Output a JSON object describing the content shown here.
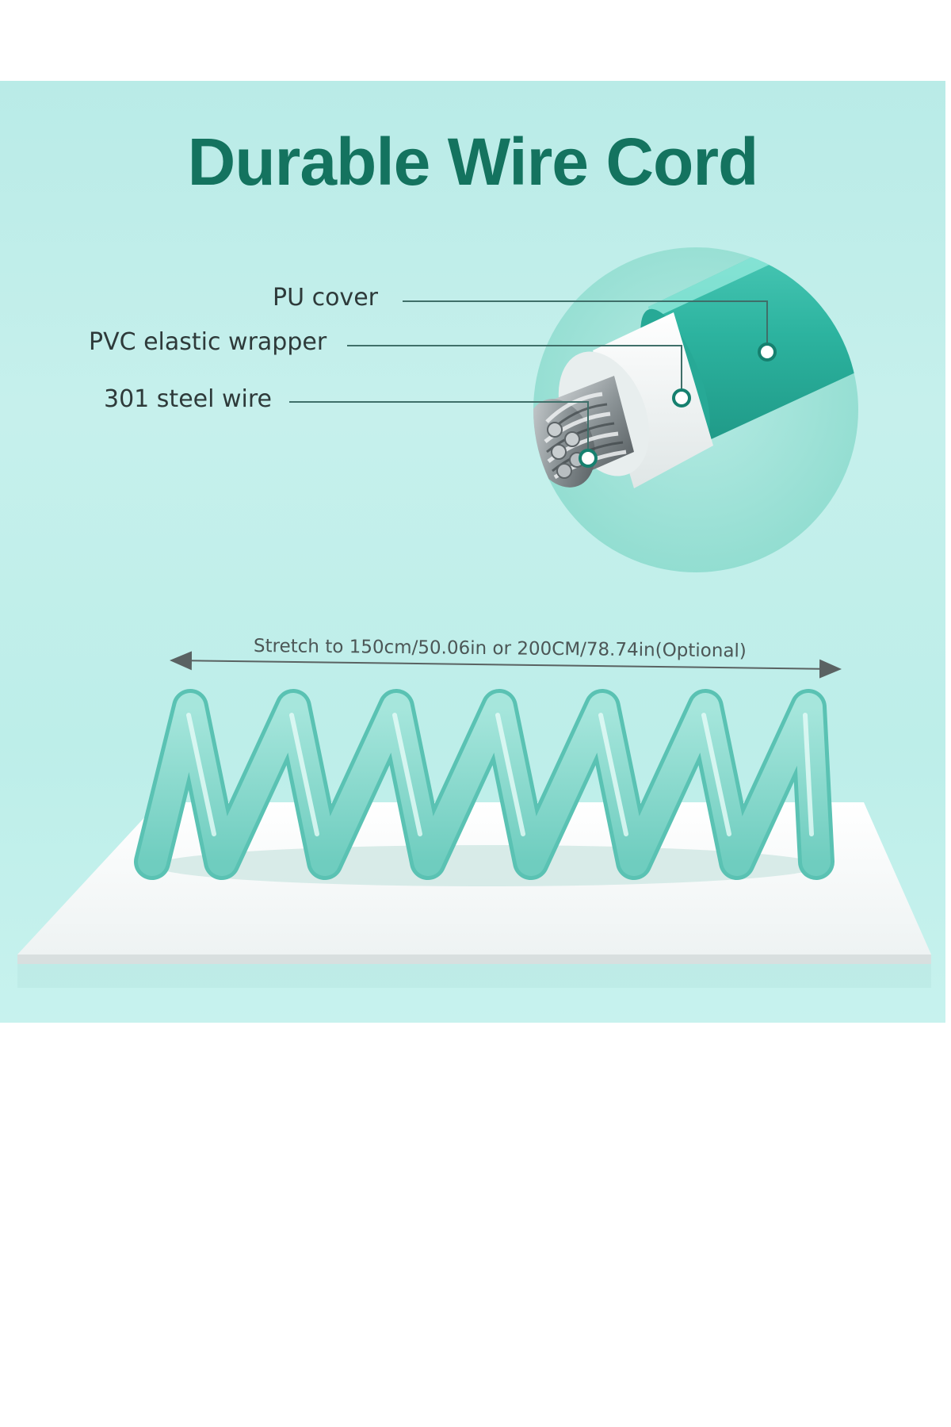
{
  "title": "Durable Wire Cord",
  "layers": [
    {
      "label": "PU cover",
      "icon": "pu-cover-marker-icon"
    },
    {
      "label": "PVC elastic wrapper",
      "icon": "pvc-wrapper-marker-icon"
    },
    {
      "label": "301 steel wire",
      "icon": "steel-wire-marker-icon"
    }
  ],
  "stretch_text": "Stretch to 150cm/50.06in or 200CM/78.74in(Optional)",
  "colors": {
    "background": "#c2efeb",
    "title": "#14735f",
    "cord": "#7ed6c9",
    "cover": "#2fb8a4",
    "wrapper": "#f2f6f6",
    "steel": "#9aa2a4",
    "platform": "#f7f9f9"
  }
}
